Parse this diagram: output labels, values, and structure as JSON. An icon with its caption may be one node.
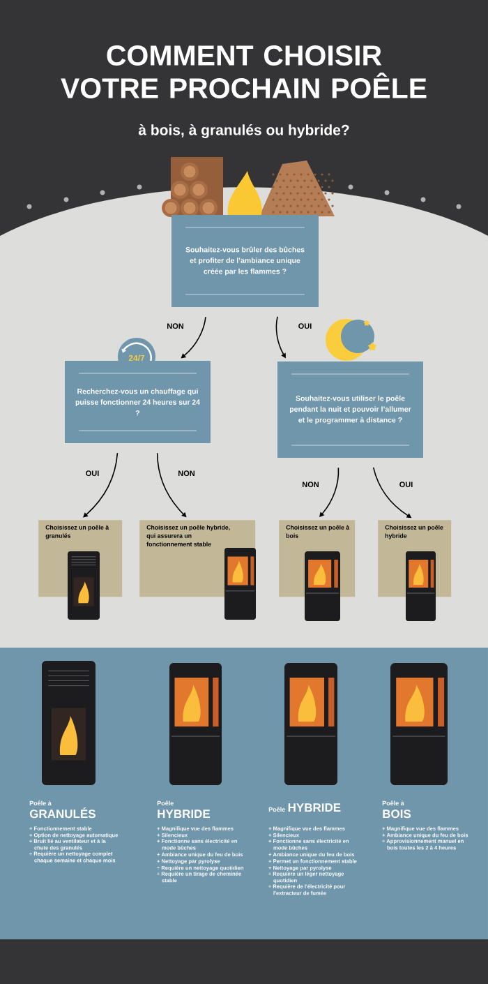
{
  "diagram": {
    "title": "COMMENT CHOISIR VOTRE PROCHAIN POÊLE",
    "nodes": [
      {
        "text": [
          "Souhaitez-vous brûler des bûches et profiter de l’ambiance unique créée par les flammes ?"
        ]
      },
      {
        "text": [
          "Recherchez-vous un chauffage qui puisse fonctionner 24 heures sur 24 ?"
        ]
      },
      {
        "text": [
          "Souhaitez-vous utiliser le poêle pendant la nuit et pouvoir l’allumer et le programmer à distance ?"
        ]
      },
      {
        "text": [
          "Choisissez un poêle à granulés"
        ]
      },
      {
        "text": [
          "Choisissez un poêle hybride, qui assurera un fonctionnement stable"
        ]
      },
      {
        "text": [
          "Choisissez un poêle à bois"
        ]
      },
      {
        "text": [
          "Choisissez un poêle hybride"
        ]
      }
    ],
    "edges": [
      {
        "from": 0,
        "to": 1,
        "arrow": "to",
        "label": "NON"
      },
      {
        "from": 0,
        "to": 2,
        "arrow": "to",
        "label": "OUI"
      },
      {
        "from": 1,
        "to": 3,
        "arrow": "to",
        "label": "OUI"
      },
      {
        "from": 1,
        "to": 4,
        "arrow": "to",
        "label": "NON"
      },
      {
        "from": 2,
        "to": 5,
        "arrow": "to",
        "label": "NON"
      },
      {
        "from": 2,
        "to": 6,
        "arrow": "to",
        "label": "OUI"
      }
    ],
    "labels": [
      "à bois, à granulés ou hybride?",
      "24/7",
      "Poêle à",
      "GRANULÉS",
      "+ Fonctionnement stable",
      "+ Option de nettoyage automatique",
      "÷ Bruit lié au ventilateur et à la chute des granulés",
      "÷ Requière un nettoyage complet chaque semaine et chaque mois",
      "Poêle",
      "HYBRIDE",
      "+ Magnifique vue des flammes",
      "+ Silencieux",
      "+ Fonctionne sans électricité en mode bûches",
      "+ Ambiance unique du feu de bois",
      "+ Nettoyage par pyrolyse",
      "÷ Requière un nettoyage quotidien",
      "÷ Requière un tirage de cheminée stable",
      "Poêle",
      "HYBRIDE",
      "+ Magnifique vue des flammes",
      "+ Silencieux",
      "+ Fonctionne sans électricité en mode bûches",
      "+ Ambiance unique du feu de bois",
      "+ Permet un fonctionnement stable",
      "+ Nettoyage par pyrolyse",
      "÷ Requière un léger nettoyage quotidien",
      "÷ Requière de l'électricité pour l'extracteur de fumée",
      "Poêle à",
      "BOIS",
      "+ Magnifique vue des flammes",
      "+ Ambiance unique du feu de bois",
      "÷ Approvisionnement manuel en bois toutes les 2 à 4 heures"
    ]
  }
}
